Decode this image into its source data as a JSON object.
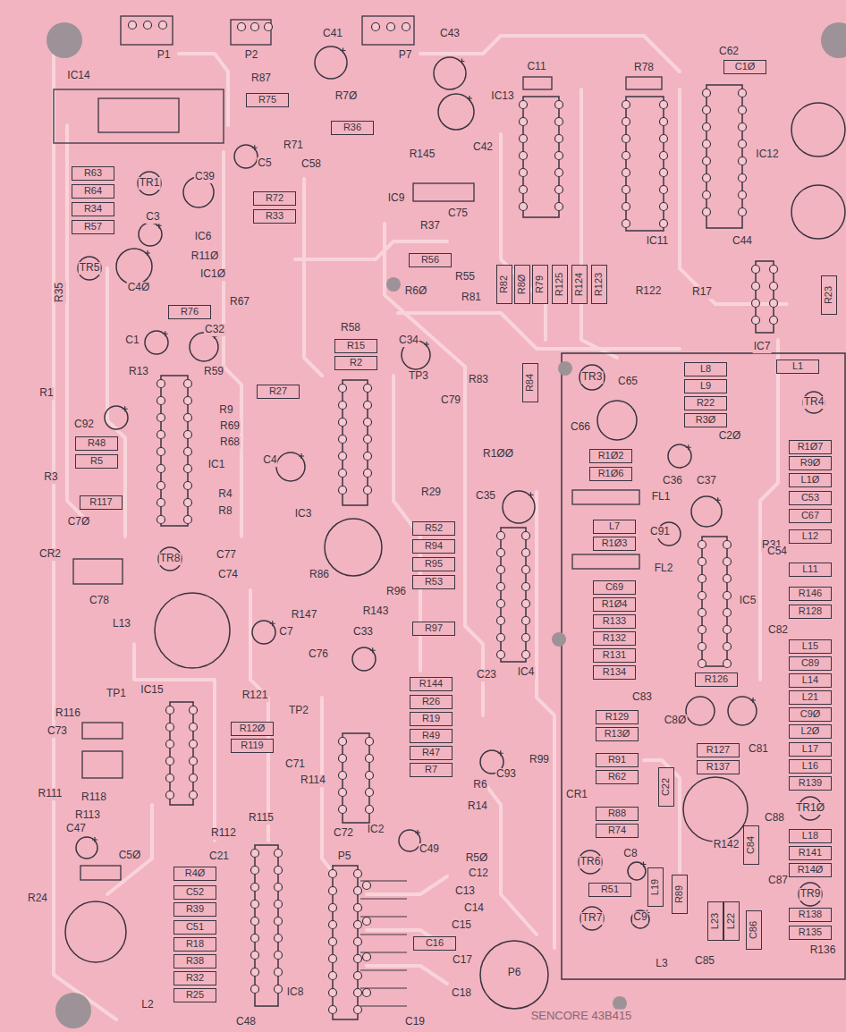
{
  "diagram": {
    "nodes": [
      {
        "text": [
          "C1Ø"
        ]
      },
      {
        "text": [
          "R75"
        ]
      },
      {
        "text": [
          "R36"
        ]
      },
      {
        "text": [
          "R63"
        ]
      },
      {
        "text": [
          "R64"
        ]
      },
      {
        "text": [
          "R34"
        ]
      },
      {
        "text": [
          "R57"
        ]
      },
      {
        "text": [
          "R72"
        ]
      },
      {
        "text": [
          "R33"
        ]
      },
      {
        "text": [
          "R56"
        ]
      },
      {
        "text": [
          "R82"
        ]
      },
      {
        "text": [
          "R8Ø"
        ]
      },
      {
        "text": [
          "R79"
        ]
      },
      {
        "text": [
          "R125"
        ]
      },
      {
        "text": [
          "R124"
        ]
      },
      {
        "text": [
          "R123"
        ]
      },
      {
        "text": [
          "R23"
        ]
      },
      {
        "text": [
          "R76"
        ]
      },
      {
        "text": [
          "R15"
        ]
      },
      {
        "text": [
          "R2"
        ]
      },
      {
        "text": [
          "R84"
        ]
      },
      {
        "text": [
          "L8"
        ]
      },
      {
        "text": [
          "L9"
        ]
      },
      {
        "text": [
          "R22"
        ]
      },
      {
        "text": [
          "R3Ø"
        ]
      },
      {
        "text": [
          "L1"
        ]
      },
      {
        "text": [
          "R27"
        ]
      },
      {
        "text": [
          "R48"
        ]
      },
      {
        "text": [
          "R5"
        ]
      },
      {
        "text": [
          "R1Ø2"
        ]
      },
      {
        "text": [
          "R1Ø6"
        ]
      },
      {
        "text": [
          "R1Ø7"
        ]
      },
      {
        "text": [
          "R9Ø"
        ]
      },
      {
        "text": [
          "L1Ø"
        ]
      },
      {
        "text": [
          "C53"
        ]
      },
      {
        "text": [
          "C67"
        ]
      },
      {
        "text": [
          "R117"
        ]
      },
      {
        "text": [
          "R52"
        ]
      },
      {
        "text": [
          "R94"
        ]
      },
      {
        "text": [
          "R95"
        ]
      },
      {
        "text": [
          "R53"
        ]
      },
      {
        "text": [
          "L7"
        ]
      },
      {
        "text": [
          "R1Ø3"
        ]
      },
      {
        "text": [
          "L12"
        ]
      },
      {
        "text": [
          "L11"
        ]
      },
      {
        "text": [
          "C69"
        ]
      },
      {
        "text": [
          "R1Ø4"
        ]
      },
      {
        "text": [
          "R133"
        ]
      },
      {
        "text": [
          "R132"
        ]
      },
      {
        "text": [
          "R131"
        ]
      },
      {
        "text": [
          "R134"
        ]
      },
      {
        "text": [
          "R146"
        ]
      },
      {
        "text": [
          "R128"
        ]
      },
      {
        "text": [
          "R97"
        ]
      },
      {
        "text": [
          "L15"
        ]
      },
      {
        "text": [
          "C89"
        ]
      },
      {
        "text": [
          "R126"
        ]
      },
      {
        "text": [
          "L14"
        ]
      },
      {
        "text": [
          "L21"
        ]
      },
      {
        "text": [
          "C9Ø"
        ]
      },
      {
        "text": [
          "R144"
        ]
      },
      {
        "text": [
          "R26"
        ]
      },
      {
        "text": [
          "R19"
        ]
      },
      {
        "text": [
          "R49"
        ]
      },
      {
        "text": [
          "R47"
        ]
      },
      {
        "text": [
          "R7"
        ]
      },
      {
        "text": [
          "R129"
        ]
      },
      {
        "text": [
          "R13Ø"
        ]
      },
      {
        "text": [
          "R12Ø"
        ]
      },
      {
        "text": [
          "R119"
        ]
      },
      {
        "text": [
          "L2Ø"
        ]
      },
      {
        "text": [
          "L17"
        ]
      },
      {
        "text": [
          "L16"
        ]
      },
      {
        "text": [
          "R139"
        ]
      },
      {
        "text": [
          "R127"
        ]
      },
      {
        "text": [
          "R137"
        ]
      },
      {
        "text": [
          "R91"
        ]
      },
      {
        "text": [
          "R62"
        ]
      },
      {
        "text": [
          "R88"
        ]
      },
      {
        "text": [
          "R74"
        ]
      },
      {
        "text": [
          "L18"
        ]
      },
      {
        "text": [
          "R141"
        ]
      },
      {
        "text": [
          "R14Ø"
        ]
      },
      {
        "text": [
          "R51"
        ]
      },
      {
        "text": [
          "R138"
        ]
      },
      {
        "text": [
          "R135"
        ]
      },
      {
        "text": [
          "R4Ø"
        ]
      },
      {
        "text": [
          "C52"
        ]
      },
      {
        "text": [
          "R39"
        ]
      },
      {
        "text": [
          "C51"
        ]
      },
      {
        "text": [
          "R18"
        ]
      },
      {
        "text": [
          "R38"
        ]
      },
      {
        "text": [
          "R32"
        ]
      },
      {
        "text": [
          "R25"
        ]
      },
      {
        "text": [
          "C16"
        ]
      },
      {
        "text": [
          "C22"
        ]
      },
      {
        "text": [
          "L19"
        ]
      },
      {
        "text": [
          "R89"
        ]
      },
      {
        "text": [
          "C84"
        ]
      },
      {
        "text": [
          "L23"
        ]
      },
      {
        "text": [
          "L22"
        ]
      },
      {
        "text": [
          "C86"
        ]
      }
    ],
    "labels": [
      "P1",
      "P2",
      "C41",
      "P7",
      "C43",
      "C11",
      "R78",
      "C62",
      "IC14",
      "R87",
      "R7Ø",
      "IC13",
      "C42",
      "R71",
      "C5",
      "C58",
      "R145",
      "IC12",
      "TR1",
      "C39",
      "IC9",
      "C75",
      "C3",
      "R37",
      "IC11",
      "C44",
      "IC6",
      "R11Ø",
      "TR5",
      "IC1Ø",
      "C4Ø",
      "R35",
      "R55",
      "R81",
      "R6Ø",
      "R122",
      "R17",
      "IC7",
      "R67",
      "C32",
      "R58",
      "C1",
      "C34",
      "R59",
      "R13",
      "TP3",
      "R83",
      "TR3",
      "C65",
      "R1",
      "R9",
      "C79",
      "C66",
      "TR4",
      "C92",
      "R69",
      "C2Ø",
      "R68",
      "R1ØØ",
      "C4",
      "IC1",
      "R3",
      "C36",
      "C37",
      "R29",
      "R4",
      "C35",
      "FL1",
      "R8",
      "IC3",
      "C7Ø",
      "C91",
      "R31",
      "CR2",
      "C54",
      "TR8",
      "C77",
      "FL2",
      "C74",
      "R86",
      "R96",
      "IC5",
      "C78",
      "R143",
      "R147",
      "L13",
      "C82",
      "C33",
      "C7",
      "C76",
      "C23",
      "IC4",
      "TP1",
      "R121",
      "IC15",
      "C83",
      "TP2",
      "R116",
      "C8Ø",
      "C73",
      "R99",
      "C71",
      "C93",
      "R114",
      "R6",
      "C81",
      "R111",
      "CR1",
      "R118",
      "R14",
      "TR1Ø",
      "C88",
      "R113",
      "R115",
      "C47",
      "IC2",
      "R112",
      "C72",
      "R142",
      "C49",
      "R5Ø",
      "C21",
      "C8",
      "C5Ø",
      "TR6",
      "P5",
      "C12",
      "C87",
      "C13",
      "TR9",
      "R24",
      "C14",
      "TR7",
      "C9",
      "C15",
      "C17",
      "C85",
      "L3",
      "P6",
      "IC8",
      "C18",
      "L2",
      "R136",
      "C48",
      "C19",
      "SENCORE 43B415"
    ]
  }
}
